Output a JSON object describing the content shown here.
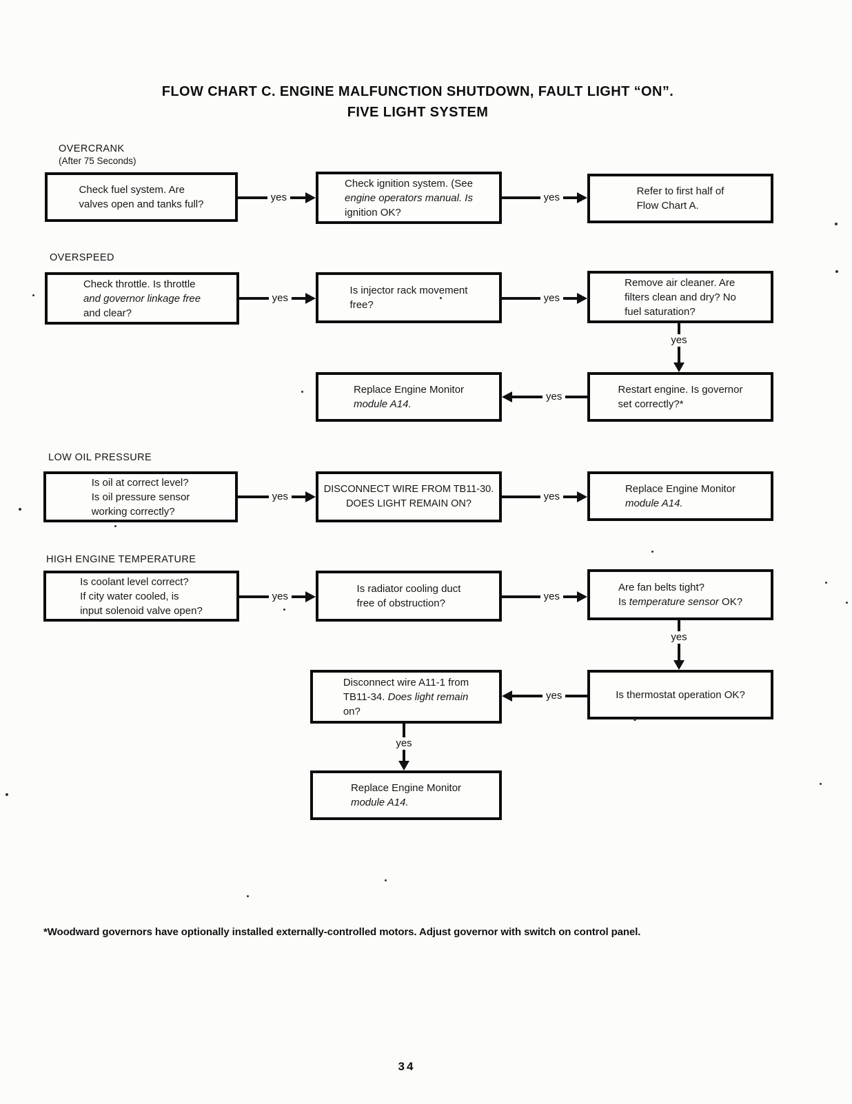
{
  "page": {
    "title_line1": "FLOW CHART C. ENGINE MALFUNCTION SHUTDOWN, FAULT LIGHT “ON”.",
    "title_line2": "FIVE LIGHT SYSTEM",
    "footnote": "*Woodward governors have optionally installed externally-controlled motors. Adjust governor with switch on control panel.",
    "page_number": "34"
  },
  "labels": {
    "yes": "yes"
  },
  "sections": {
    "overcrank": {
      "heading": "OVERCRANK",
      "subheading": "(After 75 Seconds)",
      "box_fuel": {
        "line1": "Check fuel system. Are",
        "line2": "valves open and tanks full?"
      },
      "box_ignition": {
        "line1": "Check ignition system. (See",
        "line2": "engine operators manual. Is",
        "line3": "ignition OK?"
      },
      "box_refer": {
        "line1": "Refer to first half of",
        "line2": "Flow Chart A."
      }
    },
    "overspeed": {
      "heading": "OVERSPEED",
      "box_throttle": {
        "line1": "Check throttle. Is throttle",
        "line2": "and governor linkage free",
        "line3": "and clear?"
      },
      "box_injector": {
        "line1": "Is injector rack movement",
        "line2": "free?"
      },
      "box_air_cleaner": {
        "line1": "Remove air cleaner. Are",
        "line2": "filters clean and dry? No",
        "line3": "fuel saturation?"
      },
      "box_restart": {
        "line1": "Restart engine. Is governor",
        "line2": "set correctly?*"
      },
      "box_replace": {
        "line1": "Replace Engine Monitor",
        "line2": "module A14."
      }
    },
    "low_oil_pressure": {
      "heading": "LOW OIL PRESSURE",
      "box_oil_level": {
        "line1": "Is oil at correct level?",
        "line2": "Is oil pressure sensor",
        "line3": "working correctly?"
      },
      "box_disconnect": {
        "line1": "DISCONNECT WIRE FROM TB11-30.",
        "line2": "DOES LIGHT REMAIN ON?"
      },
      "box_replace": {
        "line1": "Replace Engine Monitor",
        "line2": "module A14."
      }
    },
    "high_engine_temperature": {
      "heading": "HIGH ENGINE TEMPERATURE",
      "box_coolant": {
        "line1": "Is coolant level correct?",
        "line2": "If city water cooled, is",
        "line3": "input solenoid valve open?"
      },
      "box_radiator": {
        "line1": "Is radiator cooling duct",
        "line2": "free of obstruction?"
      },
      "box_fan_belts": {
        "line1": "Are fan belts tight?",
        "line2_pre": "Is ",
        "line2_italic": "temperature sensor",
        "line2_post": " OK?"
      },
      "box_thermostat": {
        "line1": "Is thermostat operation OK?"
      },
      "box_disconnect": {
        "line1": "Disconnect wire A11-1 from",
        "line2_pre": "TB11-34. ",
        "line2_italic": "Does light remain",
        "line3": "on?"
      },
      "box_replace": {
        "line1": "Replace Engine Monitor",
        "line2": "module A14."
      }
    }
  }
}
